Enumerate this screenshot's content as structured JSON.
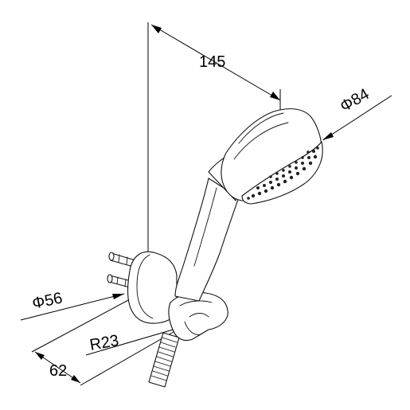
{
  "diagram": {
    "dimensions": {
      "length": "145",
      "head_diameter": "Φ84",
      "bracket_diameter": "Φ56",
      "radius": "R23",
      "depth": "62"
    }
  }
}
